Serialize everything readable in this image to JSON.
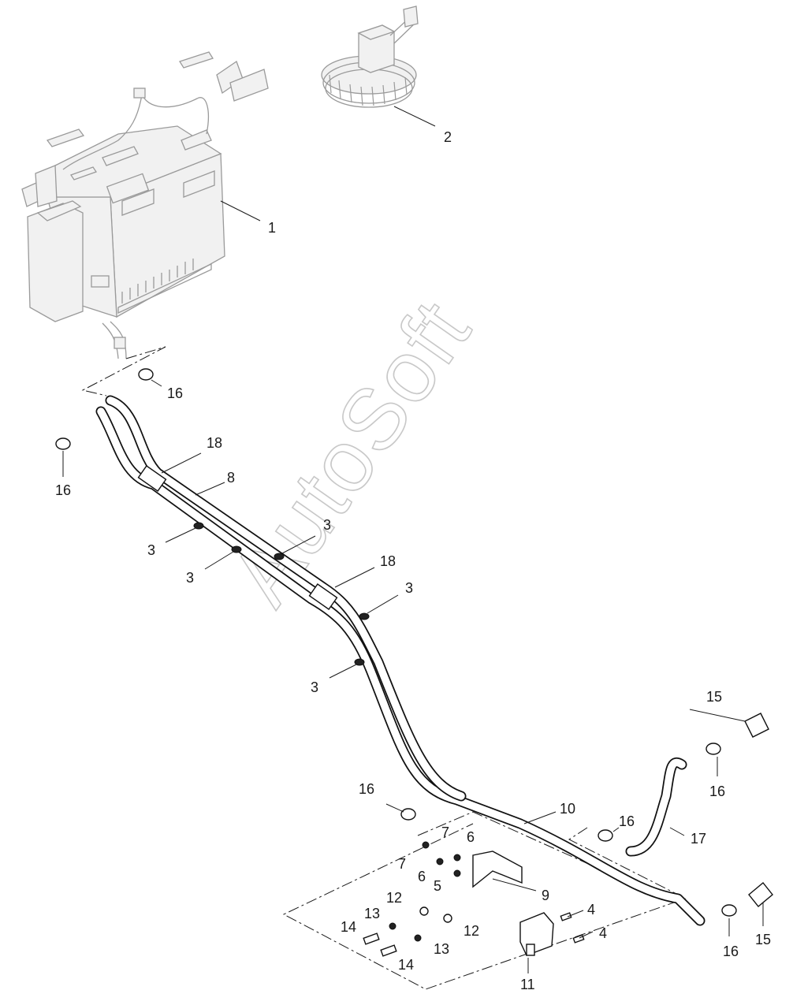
{
  "watermark": {
    "text": "AutoSoft"
  },
  "callouts": {
    "c1": "1",
    "c2": "2",
    "c3a": "3",
    "c3b": "3",
    "c3c": "3",
    "c3d": "3",
    "c3e": "3",
    "c4a": "4",
    "c4b": "4",
    "c5": "5",
    "c6a": "6",
    "c6b": "6",
    "c7a": "7",
    "c7b": "7",
    "c8": "8",
    "c9": "9",
    "c10": "10",
    "c11": "11",
    "c12a": "12",
    "c12b": "12",
    "c13a": "13",
    "c13b": "13",
    "c14a": "14",
    "c14b": "14",
    "c15a": "15",
    "c15b": "15",
    "c16a": "16",
    "c16b": "16",
    "c16c": "16",
    "c16d": "16",
    "c16e": "16",
    "c16f": "16",
    "c17": "17",
    "c18a": "18",
    "c18b": "18"
  }
}
